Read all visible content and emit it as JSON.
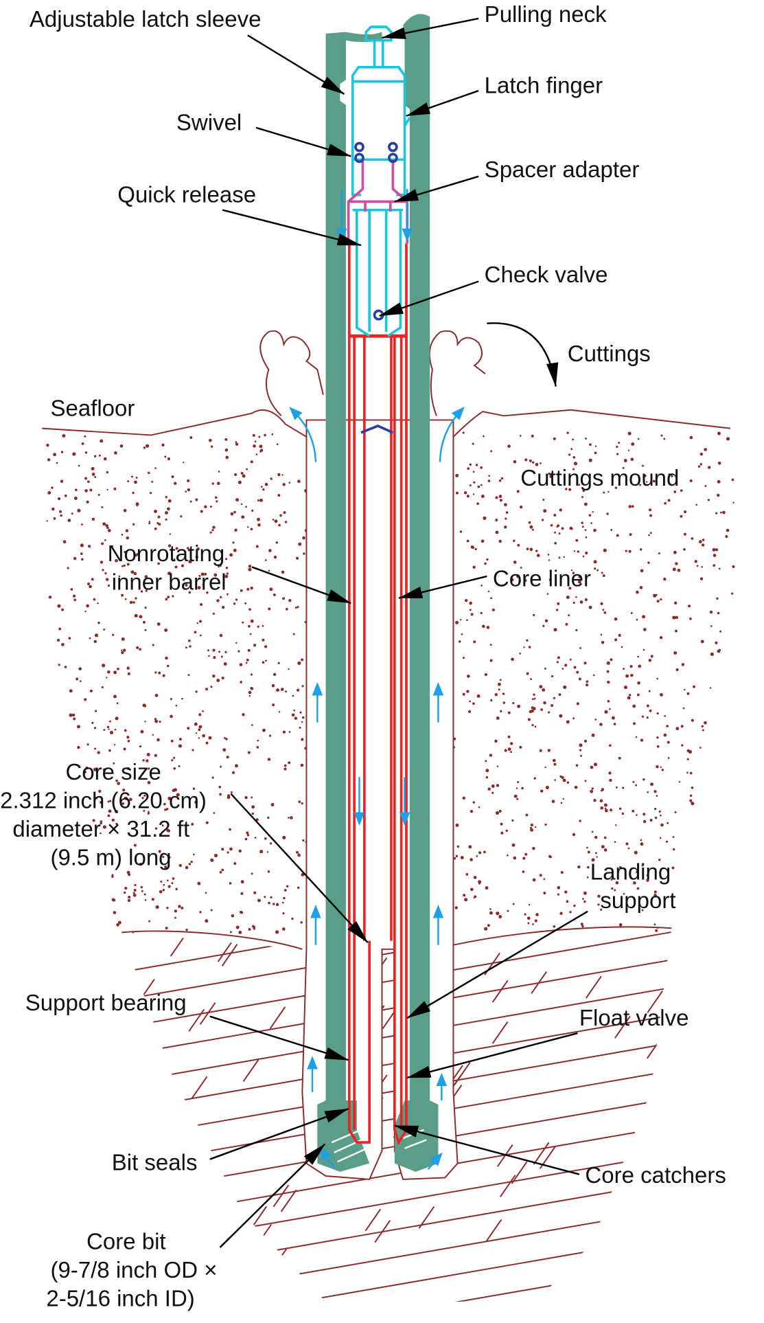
{
  "title": "Coring assembly schematic",
  "labels": {
    "adjustable_latch_sleeve": "Adjustable latch sleeve",
    "pulling_neck": "Pulling neck",
    "latch_finger": "Latch finger",
    "swivel": "Swivel",
    "spacer_adapter": "Spacer adapter",
    "quick_release": "Quick release",
    "check_valve": "Check valve",
    "cuttings": "Cuttings",
    "seafloor": "Seafloor",
    "cuttings_mound": "Cuttings mound",
    "nonrotating_1": "Nonrotating",
    "nonrotating_2": "inner barrel",
    "core_liner": "Core liner",
    "core_size_1": "Core size",
    "core_size_2": "2.312 inch (6.20 cm)",
    "core_size_3": "diameter × 31.2 ft",
    "core_size_4": "(9.5 m) long",
    "landing_1": "Landing",
    "landing_2": "support",
    "support_bearing": "Support bearing",
    "float_valve": "Float valve",
    "bit_seals": "Bit seals",
    "core_catchers": "Core catchers",
    "core_bit_1": "Core bit",
    "core_bit_2": "(9-7/8 inch OD ×",
    "core_bit_3": "2-5/16 inch ID)"
  },
  "colors": {
    "drill_pipe": "#5a9e8a",
    "inner_barrel": "#ee2222",
    "latch_assembly": "#1ec3dc",
    "spacer": "#c9509f",
    "bearing": "#2b3f9c",
    "sediment": "#8b2a2a",
    "flow_arrow": "#1fa0e6"
  }
}
